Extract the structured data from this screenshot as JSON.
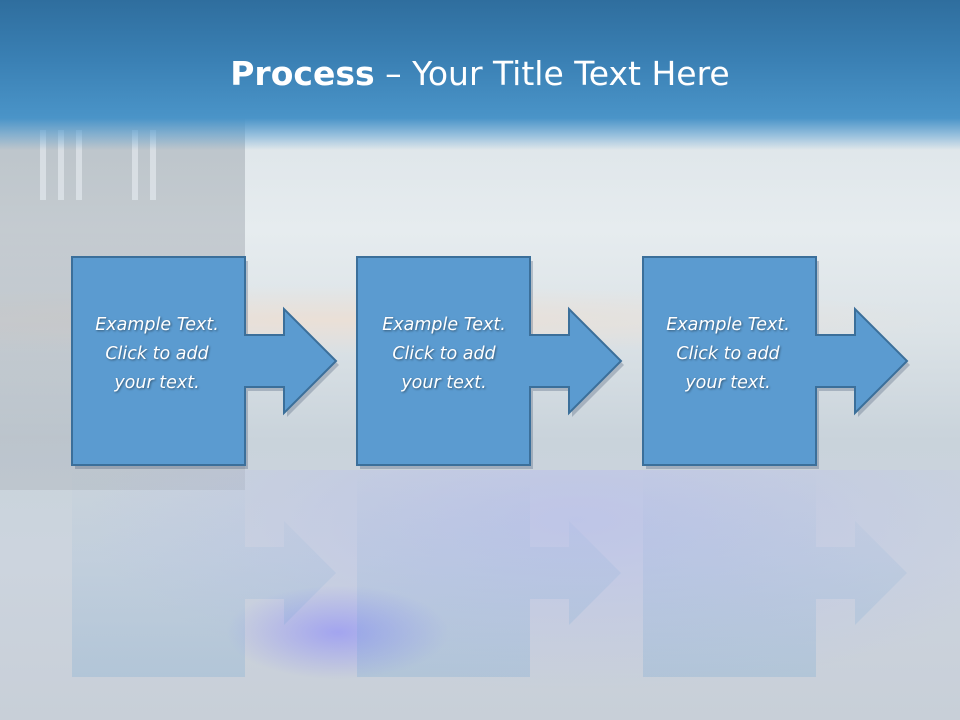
{
  "title": {
    "bold": "Process",
    "rest": " – Your Title Text Here"
  },
  "steps": [
    {
      "lines": [
        "Example Text.",
        "Click  to add",
        "your text."
      ]
    },
    {
      "lines": [
        "Example Text.",
        "Click  to add",
        "your text."
      ]
    },
    {
      "lines": [
        "Example Text.",
        "Click  to add",
        "your text."
      ]
    }
  ],
  "colors": {
    "title_bar": "#3a80b4",
    "step_fill": "#5b9bd0",
    "step_border": "#3b6f9a"
  }
}
